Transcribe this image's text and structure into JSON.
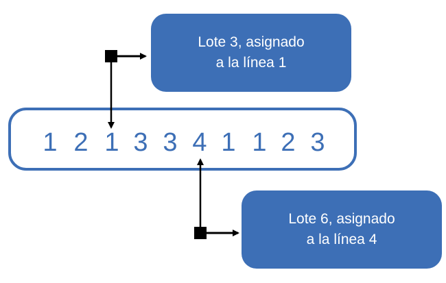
{
  "callouts": {
    "top": {
      "line1": "Lote 3, asignado",
      "line2": "a la línea 1"
    },
    "bottom": {
      "line1": "Lote 6, asignado",
      "line2": "a la línea 4"
    }
  },
  "sequence": [
    "1",
    "2",
    "1",
    "3",
    "3",
    "4",
    "1",
    "1",
    "2",
    "3"
  ],
  "colors": {
    "accent": "#3d6fb6",
    "arrow": "#000000"
  }
}
